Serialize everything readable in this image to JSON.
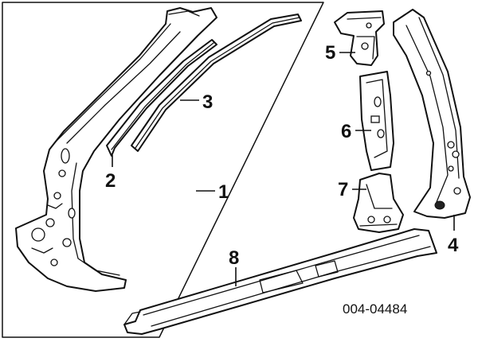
{
  "callouts": {
    "c1": "1",
    "c2": "2",
    "c3": "3",
    "c4": "4",
    "c5": "5",
    "c6": "6",
    "c7": "7",
    "c8": "8"
  },
  "reference_code": "004-04484"
}
